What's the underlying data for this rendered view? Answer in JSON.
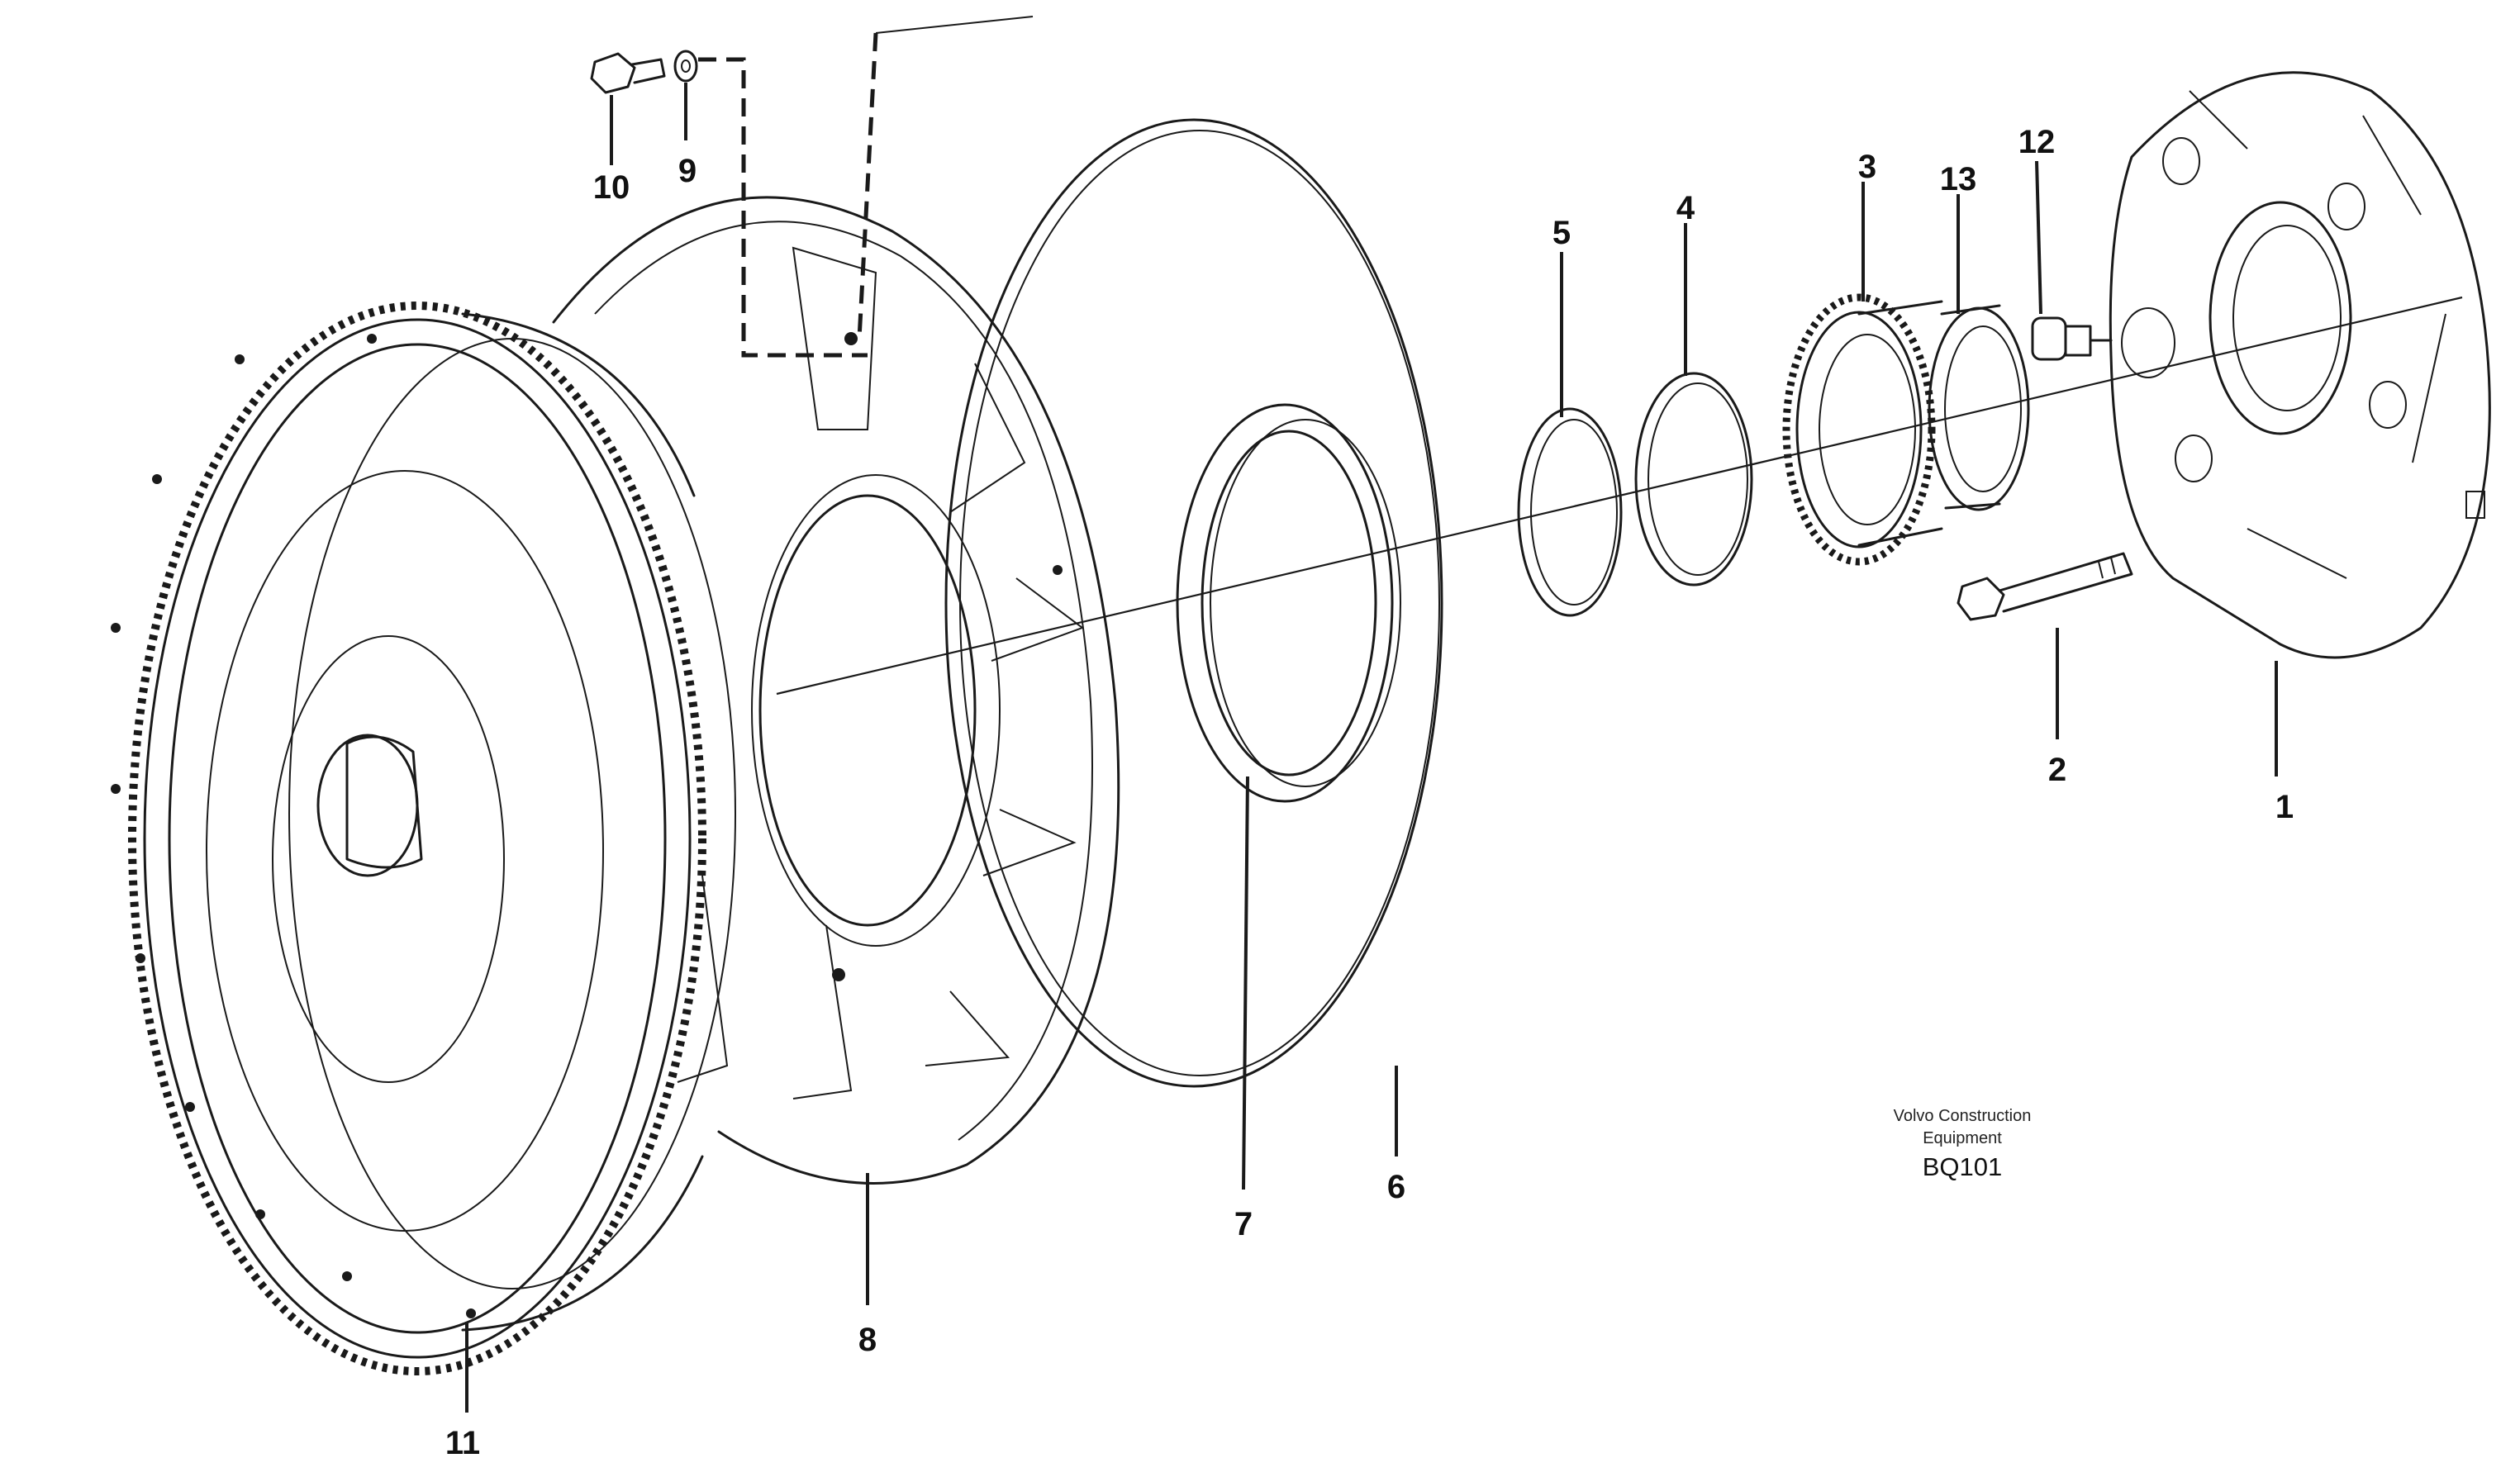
{
  "diagram": {
    "type": "exploded-parts-view",
    "part_labels": [
      "1",
      "2",
      "3",
      "4",
      "5",
      "6",
      "7",
      "8",
      "9",
      "10",
      "11",
      "12",
      "13"
    ]
  },
  "caption": {
    "manufacturer_line1": "Volvo Construction",
    "manufacturer_line2": "Equipment",
    "code": "BQ101"
  }
}
